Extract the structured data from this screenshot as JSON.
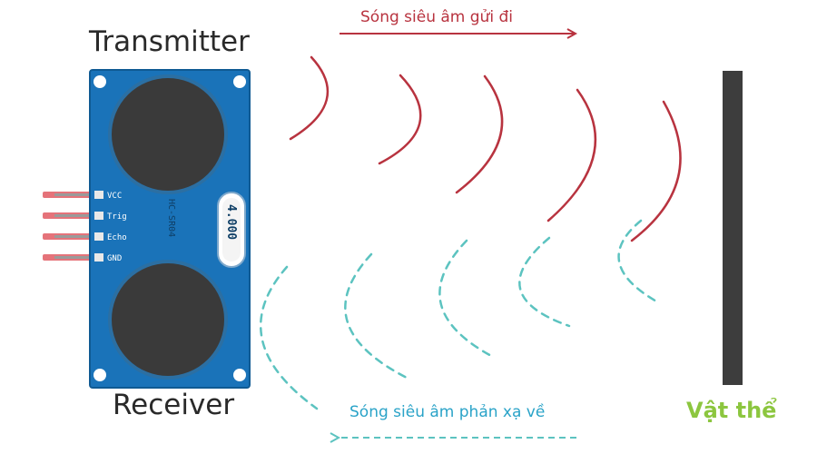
{
  "labels": {
    "transmitter": "Transmitter",
    "receiver": "Receiver",
    "sent_wave": "Sóng siêu âm gửi đi",
    "reflected_wave": "Sóng siêu âm phản xạ về",
    "object": "Vật thể"
  },
  "sensor": {
    "model": "HC-SR04",
    "crystal": "4.000",
    "pins": [
      "VCC",
      "Trig",
      "Echo",
      "GND"
    ]
  },
  "colors": {
    "board": "#1a73b9",
    "board_edge": "#0f5a93",
    "transducer": "#3a3a3a",
    "sent_wave": "#b8333f",
    "reflected_wave": "#5cc3c0",
    "reflected_text": "#2aa3c8",
    "object": "#3d3d3d",
    "object_label": "#8cc63f",
    "pin_wire": "#e05a63"
  }
}
